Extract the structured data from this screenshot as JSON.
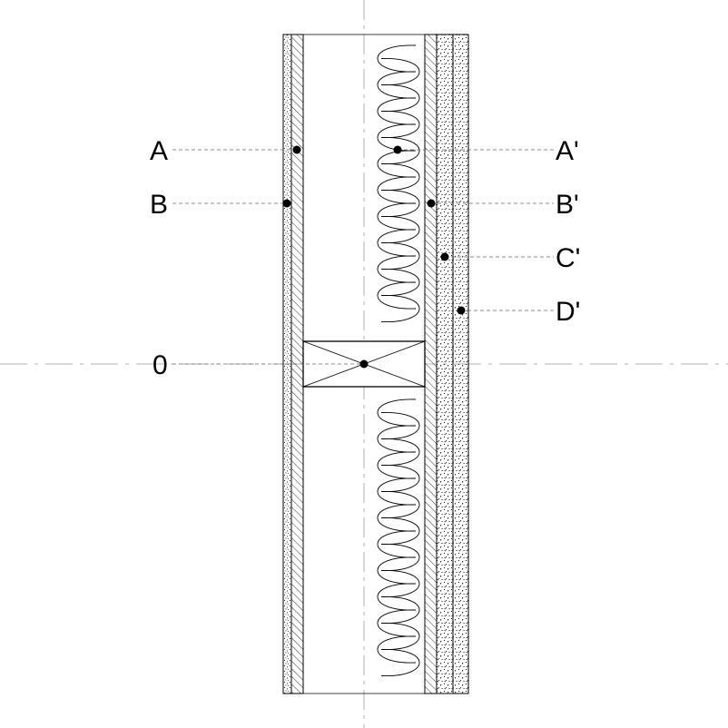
{
  "labels": {
    "A": "A",
    "B": "B",
    "zero": "0",
    "A_prime": "A'",
    "B_prime": "B'",
    "C_prime": "C'",
    "D_prime": "D'"
  },
  "colors": {
    "line": "#000000",
    "leader": "#666666",
    "centerline": "#999999",
    "background": "#ffffff"
  }
}
